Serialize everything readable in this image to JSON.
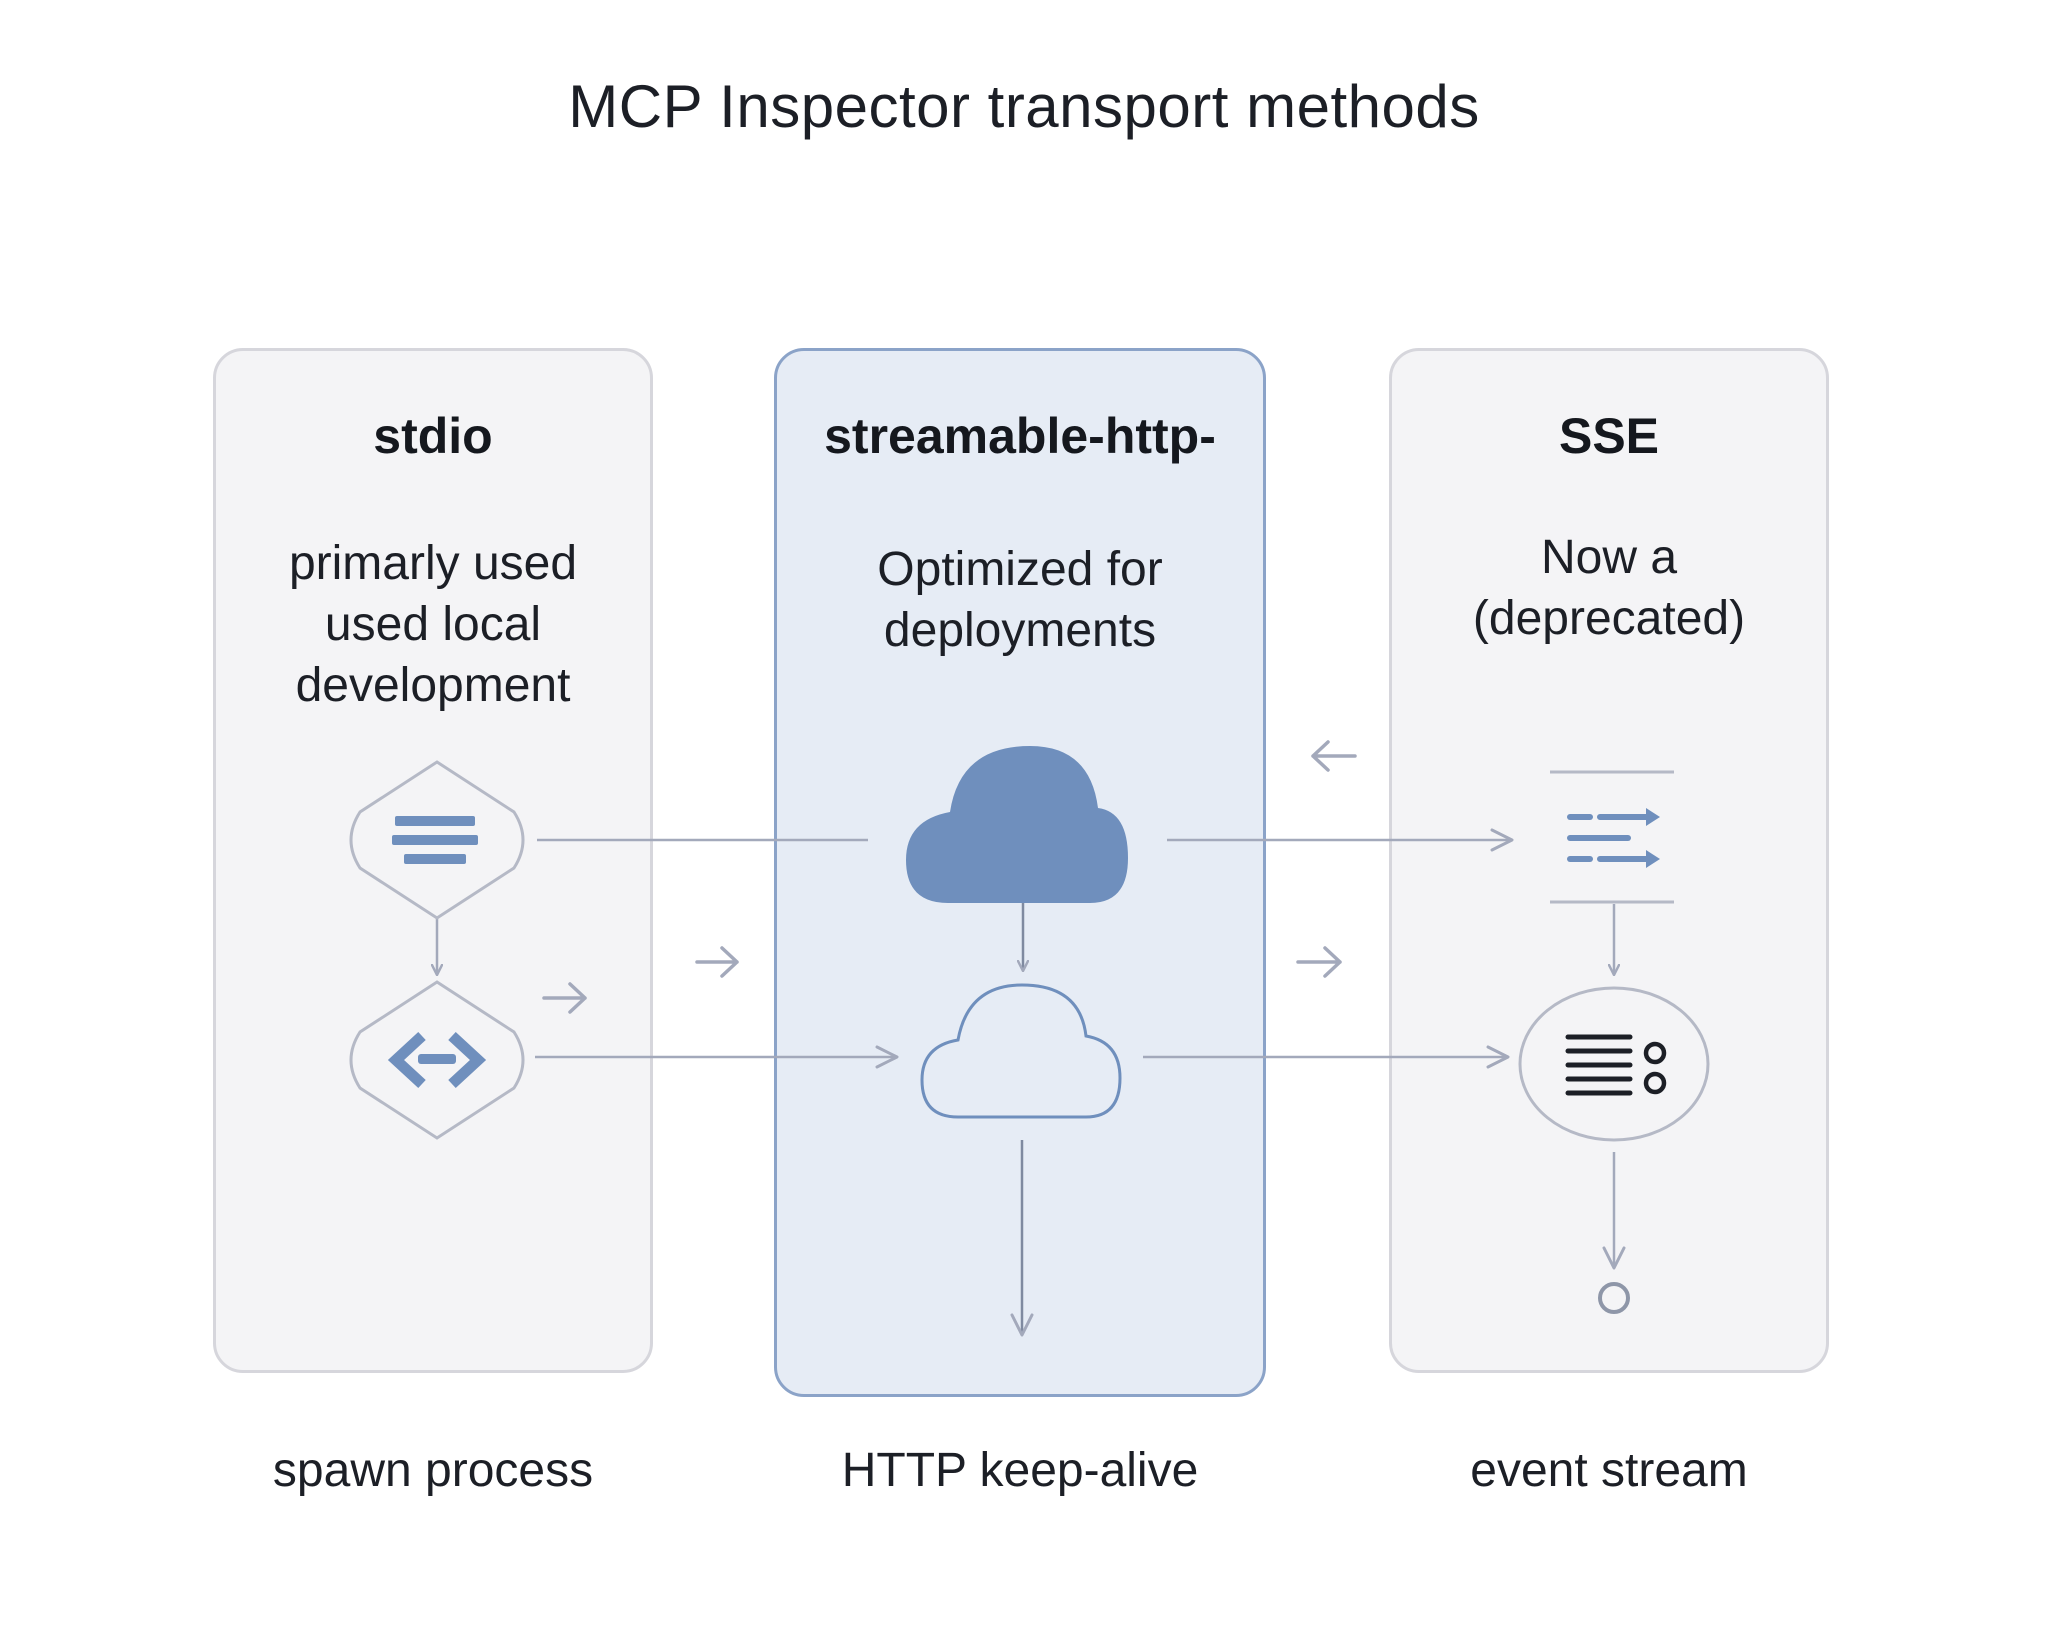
{
  "title": "MCP Inspector transport methods",
  "panels": [
    {
      "id": "stdio",
      "title": "stdio",
      "description": [
        "primarly used",
        "used local",
        "development"
      ],
      "caption": "spawn process"
    },
    {
      "id": "streamable-http",
      "title": "streamable-http-",
      "description": [
        "Optimized for",
        "deployments"
      ],
      "caption": "HTTP keep-alive"
    },
    {
      "id": "sse",
      "title": "SSE",
      "description": [
        "Now a",
        "(deprecated)"
      ],
      "caption": "event stream"
    }
  ],
  "icons": {
    "stdio_top": "text-lines-icon",
    "stdio_bottom": "code-link-icon",
    "http_top": "cloud-filled-icon",
    "http_bottom": "cloud-outline-icon",
    "sse_top": "stream-arrows-icon",
    "sse_bottom": "list-options-icon",
    "sse_end": "end-node-icon"
  },
  "colors": {
    "accent": "#6f8fbd",
    "connector": "#a3a9bb",
    "panel_highlight": "#e6ecf5",
    "panel_grey": "#f4f4f6"
  }
}
